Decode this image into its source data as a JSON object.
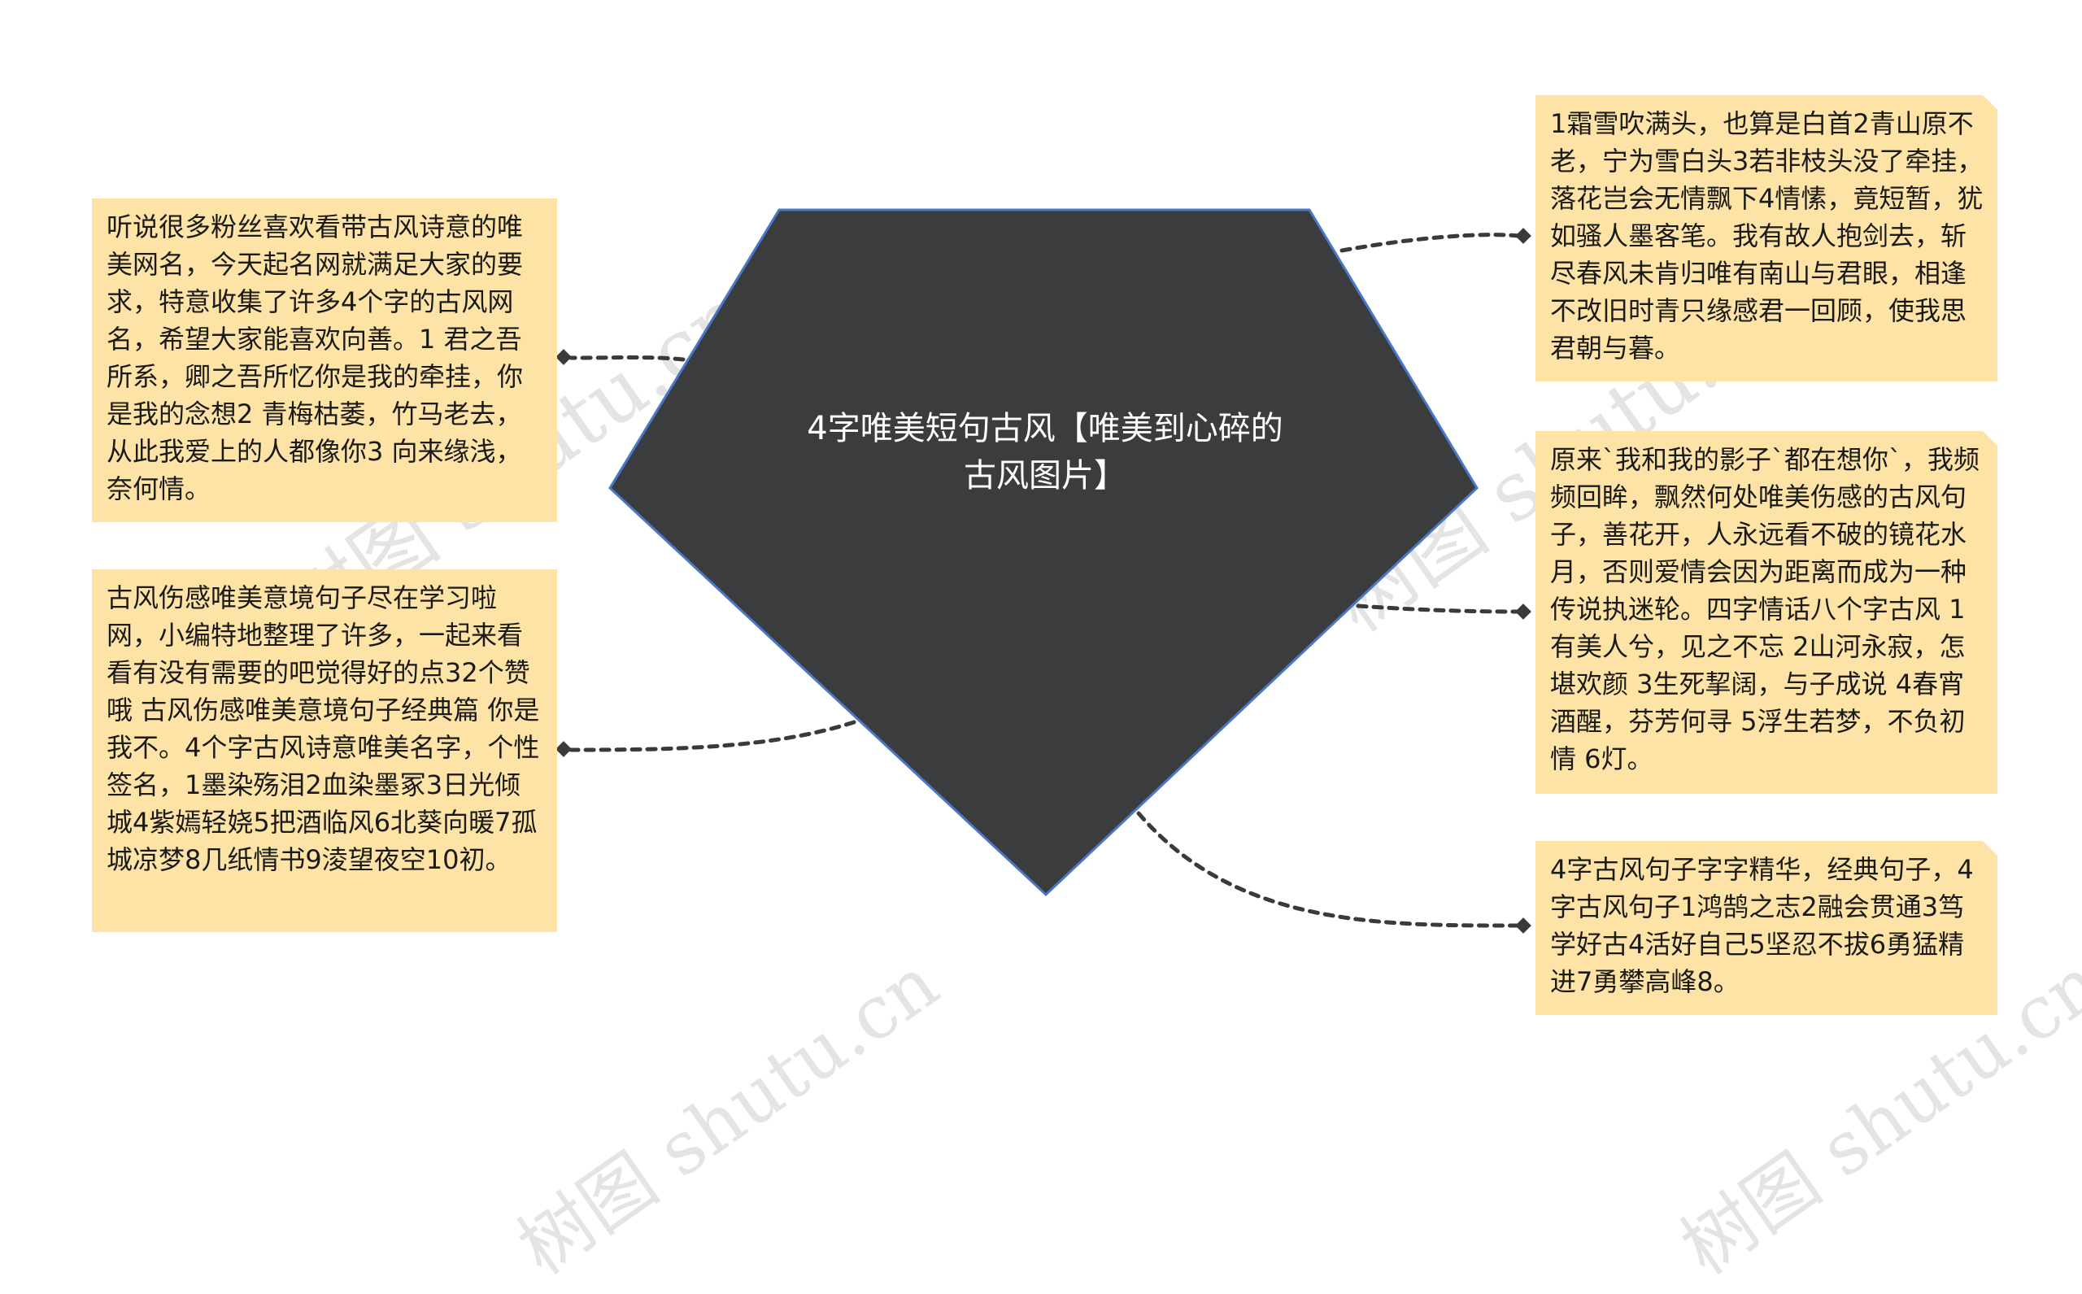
{
  "watermark": "树图 shutu.cn",
  "center": {
    "title": "4字唯美短句古风【唯美到心碎的古风图片】",
    "fill": "#3b3c3e",
    "stroke": "#4a78c8"
  },
  "leaf_style": {
    "fill": "#fde4a6",
    "line": "#3a3a3a"
  },
  "left_nodes": [
    {
      "text": "听说很多粉丝喜欢看带古风诗意的唯美网名，今天起名网就满足大家的要求，特意收集了许多4个字的古风网名，希望大家能喜欢向善。1 君之吾所系，卿之吾所忆你是我的牵挂，你是我的念想2 青梅枯萎，竹马老去，从此我爱上的人都像你3 向来缘浅，奈何情。"
    },
    {
      "text": "古风伤感唯美意境句子尽在学习啦网，小编特地整理了许多，一起来看看有没有需要的吧觉得好的点32个赞哦 古风伤感唯美意境句子经典篇 你是我不。4个字古风诗意唯美名字，个性签名，1墨染殇泪2血染墨冢3日光倾城4紫嫣轻娆5把酒临风6北葵向暖7孤城凉梦8几纸情书9淩望夜空10初。"
    }
  ],
  "right_nodes": [
    {
      "text": "1霜雪吹满头，也算是白首2青山原不老，宁为雪白头3若非枝头没了牵挂，落花岂会无情飘下4情愫，竟短暂，犹如骚人墨客笔。我有故人抱剑去，斩尽春风未肯归唯有南山与君眼，相逢不改旧时青只缘感君一回顾，使我思君朝与暮。"
    },
    {
      "text": "原来`我和我的影子`都在想你`，我频频回眸，飘然何处唯美伤感的古风句子，善花开，人永远看不破的镜花水月，否则爱情会因为距离而成为一种传说执迷轮。四字情话八个字古风 1有美人兮，见之不忘 2山河永寂，怎堪欢颜 3生死挈阔，与子成说 4春宵酒醒，芬芳何寻 5浮生若梦，不负初情 6灯。"
    },
    {
      "text": "4字古风句子字字精华，经典句子，4字古风句子1鸿鹄之志2融会贯通3笃学好古4活好自己5坚忍不拔6勇猛精进7勇攀高峰8。"
    }
  ]
}
